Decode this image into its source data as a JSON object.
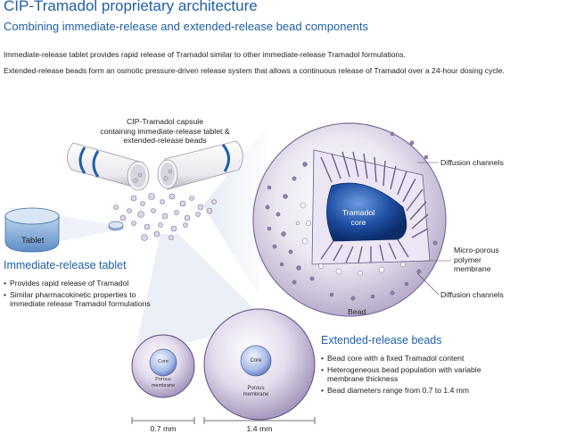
{
  "header": {
    "title": "CIP-Tramadol proprietary architecture",
    "subtitle": "Combining immediate-release and extended-release bead components"
  },
  "intro": [
    "Immediate-release tablet provides rapid release of Tramadol similar to other immediate-release Tramadol formulations.",
    "Extended-release beads form an osmotic pressure-driven release system that allows a continuous release of Tramadol over a 24-hour dosing cycle."
  ],
  "capsule": {
    "label_line1": "CIP-Tramadol capsule",
    "label_line2": "containing immediate-release tablet &",
    "label_line3": "extended-release beads"
  },
  "tablet": {
    "label": "Tablet"
  },
  "immediate_release": {
    "title": "Immediate-release tablet",
    "bullets": [
      "Provides rapid release of Tramadol",
      "Similar pharmacokinetic properties to immediate release Tramadol formulations"
    ]
  },
  "bead_detail": {
    "core_line1": "Tramadol",
    "core_line2": "core",
    "diffusion_top": "Diffusion channels",
    "membrane_line1": "Micro-porous",
    "membrane_line2": "polymer",
    "membrane_line3": "membrane",
    "diffusion_bottom": "Diffusion channels",
    "bead": "Bead"
  },
  "small_bead": {
    "core": "Core",
    "membrane_line1": "Porous",
    "membrane_line2": "membrane",
    "size": "0.7 mm"
  },
  "large_bead": {
    "core": "Core",
    "membrane_line1": "Porous",
    "membrane_line2": "membrane",
    "size": "1.4 mm"
  },
  "extended_release": {
    "title": "Extended-release beads",
    "bullets": [
      "Bead core with a fixed Tramadol content",
      "Heterogeneous bead population with variable membrane thickness",
      "Bead diameters range from 0.7 to 1.4 mm"
    ]
  },
  "colors": {
    "title_blue": "#1f5fa8",
    "core_blue": "#1e4fa0",
    "membrane_lavender": "#d9d2e6",
    "tablet_blue": "#7fa8d6"
  }
}
